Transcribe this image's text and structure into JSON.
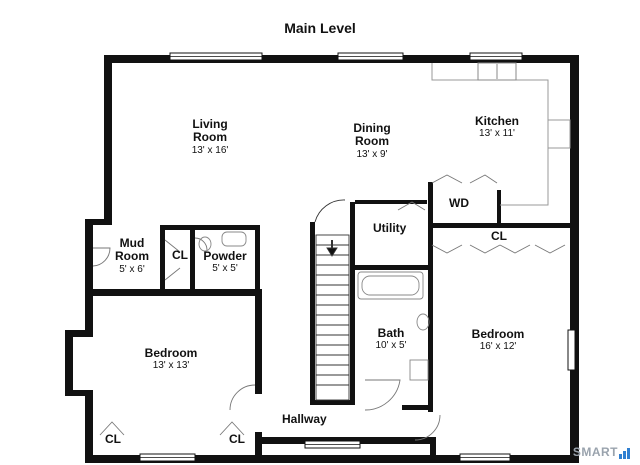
{
  "title": "Main Level",
  "rooms": {
    "living": {
      "name": [
        "Living",
        "Room"
      ],
      "dims": "13' x 16'"
    },
    "dining": {
      "name": [
        "Dining",
        "Room"
      ],
      "dims": "13' x 9'"
    },
    "kitchen": {
      "name": [
        "Kitchen"
      ],
      "dims": "13' x 11'"
    },
    "mud": {
      "name": [
        "Mud",
        "Room"
      ],
      "dims": "5' x 6'"
    },
    "powder": {
      "name": [
        "Powder"
      ],
      "dims": "5' x 5'"
    },
    "bedroom_left": {
      "name": [
        "Bedroom"
      ],
      "dims": "13' x 13'"
    },
    "bath": {
      "name": [
        "Bath"
      ],
      "dims": "10' x 5'"
    },
    "bedroom_right": {
      "name": [
        "Bedroom"
      ],
      "dims": "16' x 12'"
    }
  },
  "labels": {
    "utility": "Utility",
    "wd": "WD",
    "cl_kitchen": "CL",
    "cl_mud": "CL",
    "cl_left1": "CL",
    "cl_left2": "CL",
    "hallway": "Hallway"
  },
  "brand": "SMART"
}
